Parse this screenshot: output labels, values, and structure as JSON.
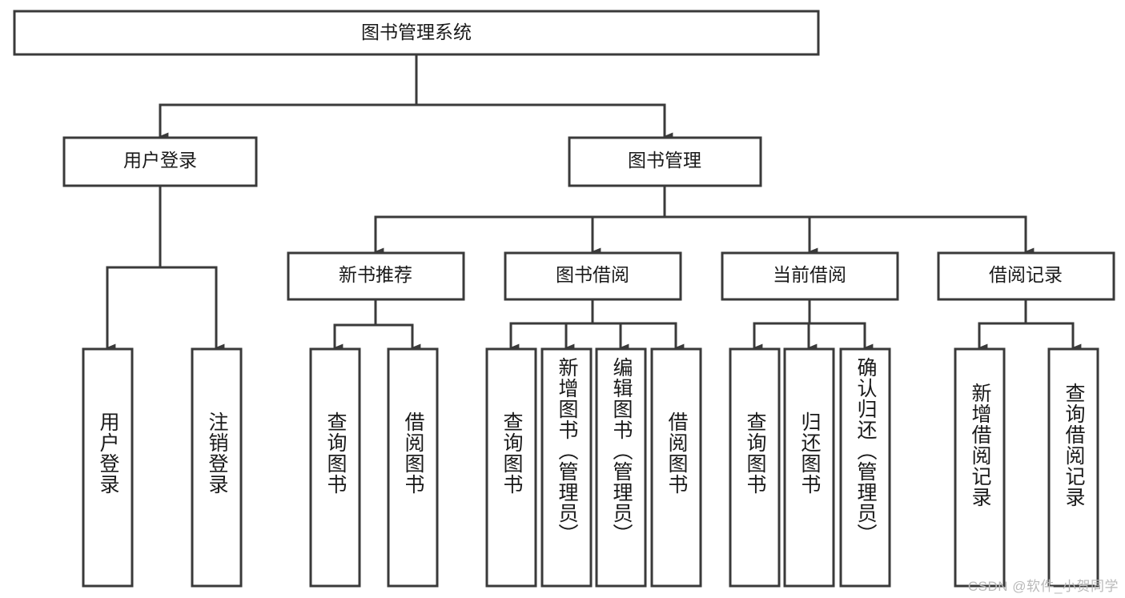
{
  "diagram": {
    "title_node": {
      "label": "图书管理系统"
    },
    "level2": [
      {
        "id": "user-login",
        "label": "用户登录"
      },
      {
        "id": "book-manage",
        "label": "图书管理"
      }
    ],
    "level3": [
      {
        "id": "new-book-rec",
        "label": "新书推荐"
      },
      {
        "id": "book-borrow",
        "label": "图书借阅"
      },
      {
        "id": "current-borrow",
        "label": "当前借阅"
      },
      {
        "id": "borrow-record",
        "label": "借阅记录"
      }
    ],
    "leaves": [
      {
        "id": "leaf-user-login",
        "label": "用户登录",
        "parent": "user-login"
      },
      {
        "id": "leaf-logout-login",
        "label": "注销登录",
        "parent": "user-login"
      },
      {
        "id": "leaf-query-book-1",
        "label": "查询图书",
        "parent": "new-book-rec"
      },
      {
        "id": "leaf-borrow-book-1",
        "label": "借阅图书",
        "parent": "new-book-rec"
      },
      {
        "id": "leaf-query-book-2",
        "label": "查询图书",
        "parent": "book-borrow"
      },
      {
        "id": "leaf-add-book",
        "label": "新增图书（管理员）",
        "parent": "book-borrow"
      },
      {
        "id": "leaf-edit-book",
        "label": "编辑图书（管理员）",
        "parent": "book-borrow"
      },
      {
        "id": "leaf-borrow-book-2",
        "label": "借阅图书",
        "parent": "book-borrow"
      },
      {
        "id": "leaf-query-book-3",
        "label": "查询图书",
        "parent": "current-borrow"
      },
      {
        "id": "leaf-return-book",
        "label": "归还图书",
        "parent": "current-borrow"
      },
      {
        "id": "leaf-confirm-return",
        "label": "确认归还（管理员）",
        "parent": "current-borrow"
      },
      {
        "id": "leaf-add-record",
        "label": "新增借阅记录",
        "parent": "borrow-record"
      },
      {
        "id": "leaf-query-record",
        "label": "查询借阅记录",
        "parent": "borrow-record"
      }
    ],
    "watermark": "CSDN @软件_小贺同学",
    "colors": {
      "stroke": "#3a3a3a",
      "fill": "#ffffff",
      "text": "#1a1a1a",
      "watermark": "#b9b9b9"
    }
  }
}
